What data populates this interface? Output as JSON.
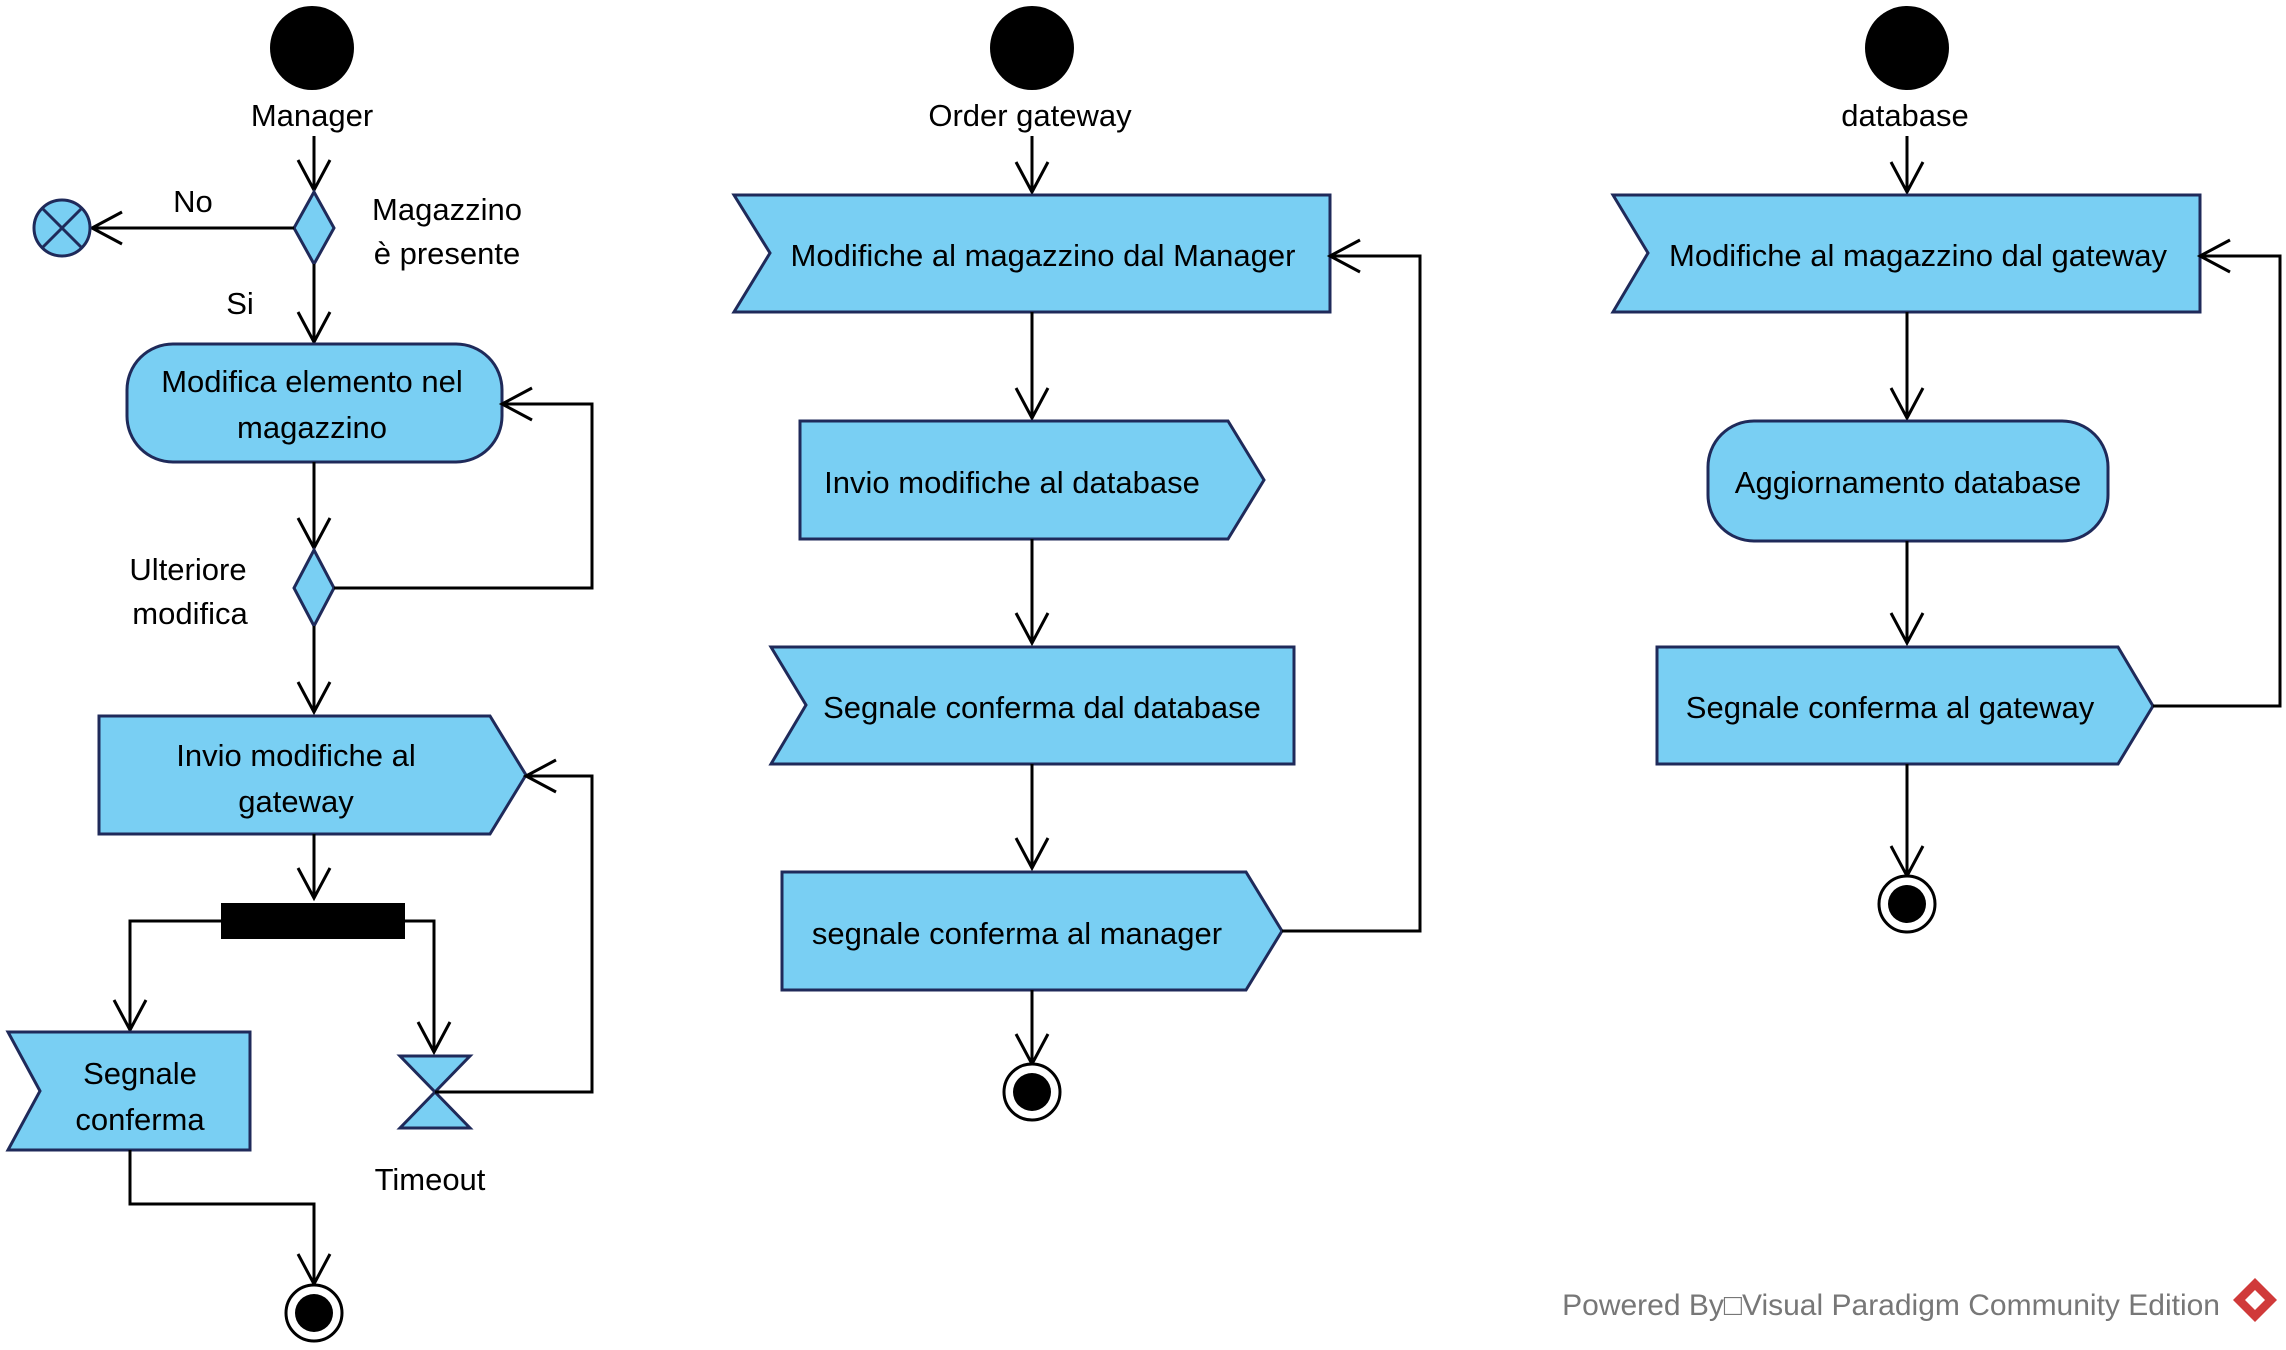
{
  "diagram": {
    "lanes": {
      "manager": "Manager",
      "gateway": "Order gateway",
      "database": "database"
    },
    "manager": {
      "decision_present_line1": "Magazzino",
      "decision_present_line2": "è presente",
      "branch_no": "No",
      "branch_si": "Si",
      "modify_line1": "Modifica elemento nel",
      "modify_line2": "magazzino",
      "further_line1": "Ulteriore",
      "further_line2": "modifica",
      "send_line1": "Invio modifiche al",
      "send_line2": "gateway",
      "confirm_line1": "Segnale",
      "confirm_line2": "conferma",
      "timeout": "Timeout"
    },
    "gateway": {
      "receive": "Modifiche al magazzino dal Manager",
      "send_db": "Invio modifiche al database",
      "receive_confirm": "Segnale conferma dal database",
      "send_confirm": "segnale conferma al manager"
    },
    "database": {
      "receive": "Modifiche al magazzino dal gateway",
      "update": "Aggiornamento database",
      "send_confirm": "Segnale conferma al gateway"
    }
  },
  "footer": {
    "powered_by": "Powered By□Visual Paradigm Community Edition"
  },
  "colors": {
    "node_fill": "#79CFF3",
    "node_stroke": "#1F2A5A",
    "logo": "#D03A3A"
  }
}
